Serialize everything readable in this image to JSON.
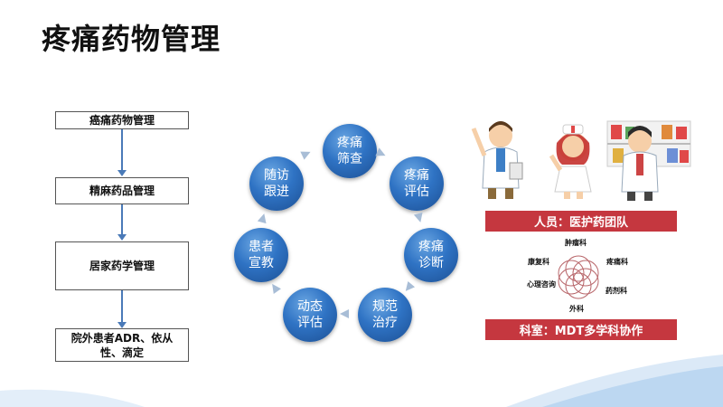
{
  "title": "疼痛药物管理",
  "flow": {
    "items": [
      "癌痛药物管理",
      "精麻药品管理",
      "居家药学管理",
      "院外患者ADR、依从性、滴定"
    ]
  },
  "cycle": {
    "nodes": [
      "疼痛筛查",
      "疼痛评估",
      "疼痛诊断",
      "规范治疗",
      "动态评估",
      "患者宣教",
      "随访跟进"
    ]
  },
  "team": {
    "people_banner": "人员：医护药团队",
    "dept_banner": "科室：MDT多学科协作",
    "departments": [
      "肿瘤科",
      "疼痛科",
      "药剂科",
      "外科",
      "心理咨询",
      "康复科"
    ]
  },
  "colors": {
    "accent_red": "#c5373f",
    "node_blue": "#2f73c4"
  },
  "icons": [
    "doctor-icon",
    "nurse-icon",
    "pharmacist-icon",
    "pharmacy-shelf-icon"
  ]
}
